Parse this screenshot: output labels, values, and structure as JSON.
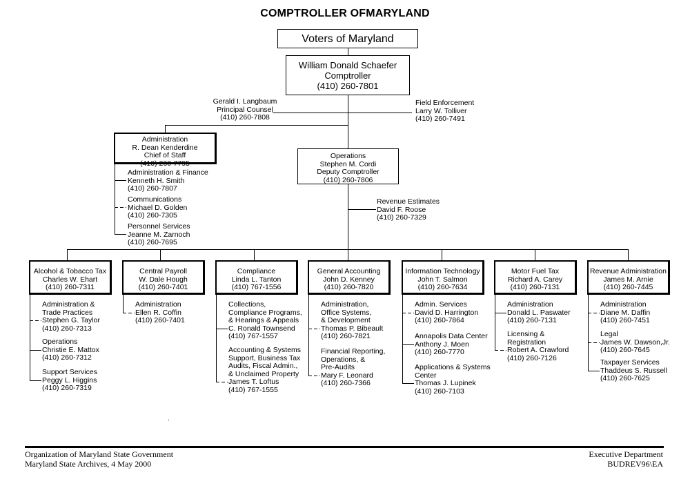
{
  "title": "COMPTROLLER OFMARYLAND",
  "top": {
    "voters": "Voters of Maryland",
    "comptroller": [
      "William Donald Schaefer",
      "Comptroller",
      "(410) 260-7801"
    ]
  },
  "staff": {
    "counsel": [
      "Gerald I. Langbaum",
      "Principal Counsel",
      "(410) 260-7808"
    ],
    "field_enforcement": [
      "Field Enforcement",
      "Larry W. Tolliver",
      "(410) 260-7491"
    ]
  },
  "administration": {
    "box": [
      "Administration",
      "R. Dean Kenderdine",
      "Chief of Staff",
      "(410) 260-7795"
    ],
    "units": [
      [
        "Administration & Finance",
        "Kenneth H. Smith",
        "(410) 260-7807"
      ],
      [
        "Communications",
        "Michael D. Golden",
        "(410) 260-7305"
      ],
      [
        "Personnel Services",
        "Jeanne M. Zarnoch",
        "(410) 260-7695"
      ]
    ]
  },
  "operations": {
    "box": [
      "Operations",
      "Stephen M. Cordi",
      "Deputy Comptroller",
      "(410) 260-7806"
    ],
    "revenue_estimates": [
      "Revenue Estimates",
      "David F. Roose",
      "(410) 260-7329"
    ]
  },
  "divisions": [
    {
      "box": [
        "Alcohol & Tobacco Tax",
        "Charles W. Ehart",
        "(410) 260-7311"
      ],
      "units": [
        [
          "Administration &",
          "Trade Practices",
          "Stephen G. Taylor",
          "(410) 260-7313"
        ],
        [
          "Operations",
          "Christie E. Mattox",
          "(410) 260-7312"
        ],
        [
          "Support Services",
          "Peggy L. Higgins",
          "(410) 260-7319"
        ]
      ]
    },
    {
      "box": [
        "Central Payroll",
        "W.  Dale Hough",
        "(410) 260-7401"
      ],
      "units": [
        [
          "Administration",
          "Ellen R. Coffin",
          "(410) 260-7401"
        ]
      ]
    },
    {
      "box": [
        "Compliance",
        "Linda L. Tanton",
        "(410) 767-1556"
      ],
      "units": [
        [
          "Collections,",
          "Compliance Programs,",
          "& Hearings & Appeals",
          "C. Ronald Townsend",
          "(410) 767-1557"
        ],
        [
          "Accounting & Systems",
          "Support, Business Tax",
          "Audits,  Fiscal Admin.,",
          "& Unclaimed Property",
          "James T. Loftus",
          "(410) 767-1555"
        ]
      ]
    },
    {
      "box": [
        "General Accounting",
        "John D. Kenney",
        "(410) 260-7820"
      ],
      "units": [
        [
          "Administration,",
          "Office Systems,",
          "& Development",
          "Thomas P. Bibeault",
          "(410) 260-7821"
        ],
        [
          "Financial Reporting,",
          "Operations, &",
          "Pre-Audits",
          "Mary F. Leonard",
          "(410) 260-7366"
        ]
      ]
    },
    {
      "box": [
        "Information Technology",
        "John T. Salmon",
        "(410) 260-7634"
      ],
      "units": [
        [
          "Admin. Services",
          "David D. Harrington",
          "(410) 260-7864"
        ],
        [
          "Annapolis Data Center",
          "Anthony J. Moen",
          "(410) 260-7770"
        ],
        [
          "Applications & Systems",
          "Center",
          "Thomas J. Lupinek",
          "(410) 260-7103"
        ]
      ]
    },
    {
      "box": [
        "Motor Fuel Tax",
        "Richard A. Carey",
        "(410) 260-7131"
      ],
      "units": [
        [
          "Administration",
          "Donald L. Paswater",
          "(410) 260-7131"
        ],
        [
          "Licensing &",
          "Registration",
          "Robert A. Crawford",
          "(410) 260-7126"
        ]
      ]
    },
    {
      "box": [
        "Revenue Administration",
        "James M. Arnie",
        "(410) 260-7445"
      ],
      "units": [
        [
          "Administration",
          "Diane M. Daffin",
          "(410) 260-7451"
        ],
        [
          "Legal",
          "James W. Dawson,Jr.",
          "(410) 260-7645"
        ],
        [
          "Taxpayer Services",
          "Thaddeus S. Russell",
          "(410) 260-7625"
        ]
      ]
    }
  ],
  "footer": {
    "left": [
      "Organization of Maryland State Government",
      "Maryland State Archives, 4 May 2000"
    ],
    "right": [
      "Executive Department",
      "BUDREV96\\EA"
    ]
  }
}
